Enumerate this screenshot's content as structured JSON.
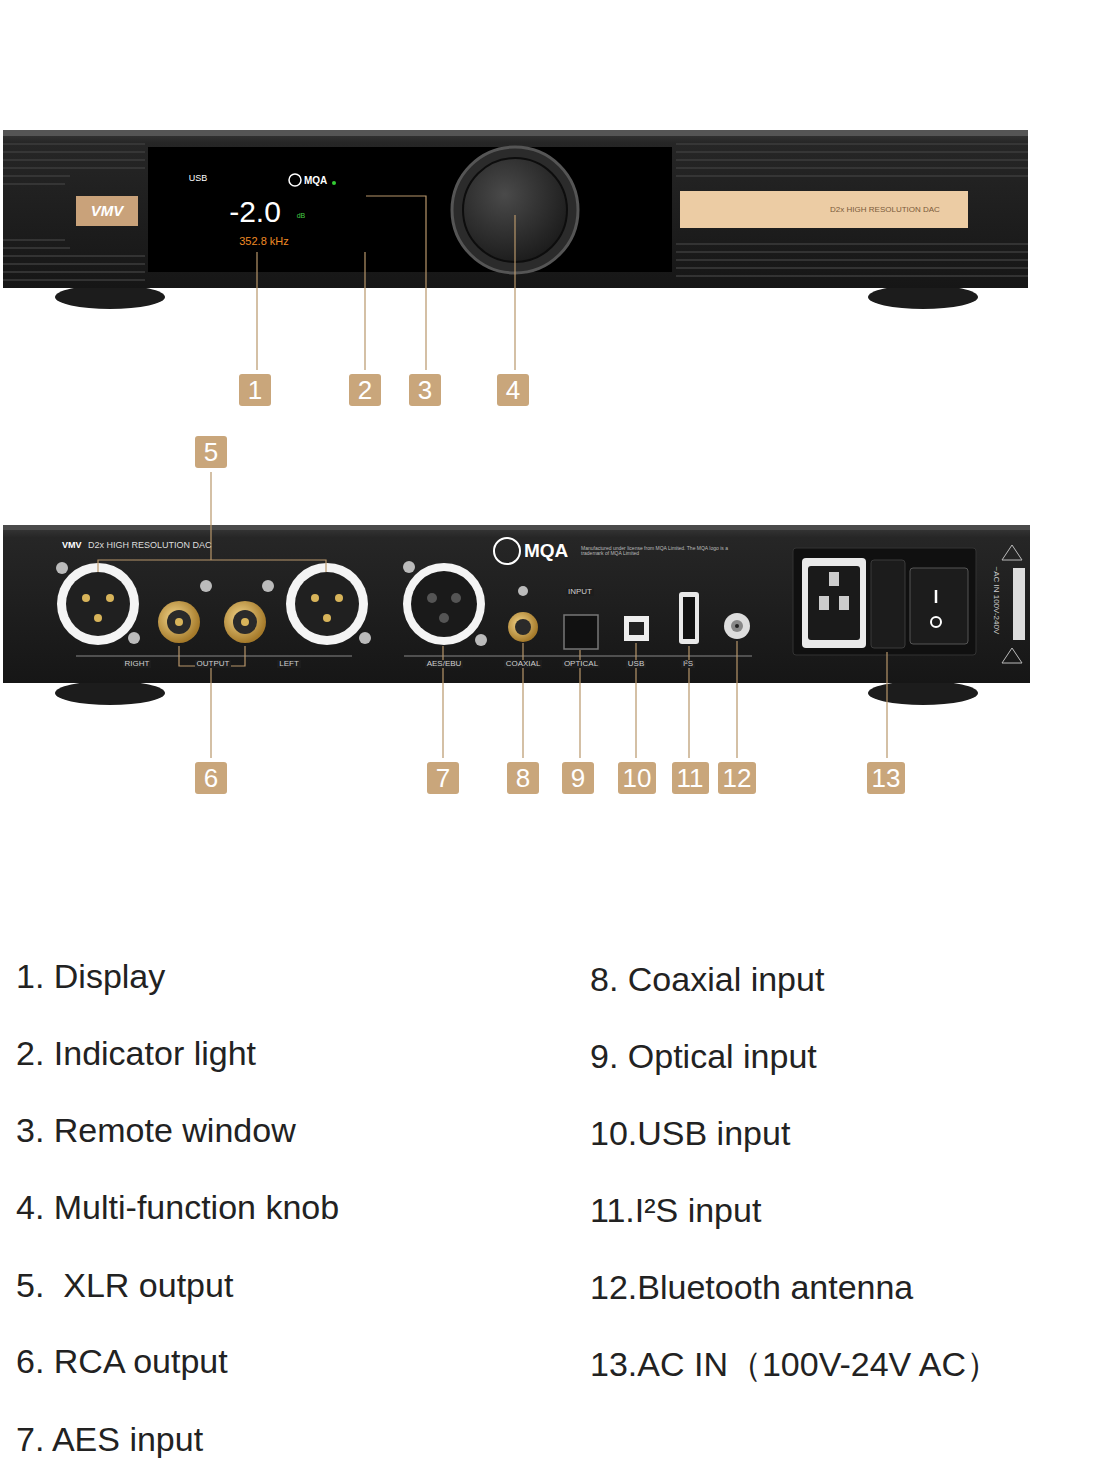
{
  "diagram": {
    "labels": [
      "1",
      "2",
      "3",
      "4",
      "5",
      "6",
      "7",
      "8",
      "9",
      "10",
      "11",
      "12",
      "13",
      "USB",
      "MQA",
      "-2.0",
      "dB",
      "352.8 kHz",
      "VMV",
      "D2x HIGH RESOLUTION DAC",
      "VMV",
      "D2x HIGH RESOLUTION DAC",
      "MQA",
      "Manufactured under license from MQA Limited. The MQA logo is a trademark of MQA Limited",
      "INPUT",
      "RIGHT",
      "OUTPUT",
      "LEFT",
      "AES/EBU",
      "COAXIAL",
      "OPTICAL",
      "USB",
      "I²S",
      "~AC IN 100V-240V",
      "1. Display",
      "2. Indicator light",
      "3. Remote window",
      "4. Multi-function knob",
      "5.  XLR output",
      "6. RCA output",
      "7. AES input",
      "8. Coaxial input",
      "9. Optical input",
      "10.USB input",
      "11.I²S input",
      "12.Bluetooth antenna",
      "13.AC IN（100V-24V AC）"
    ]
  }
}
